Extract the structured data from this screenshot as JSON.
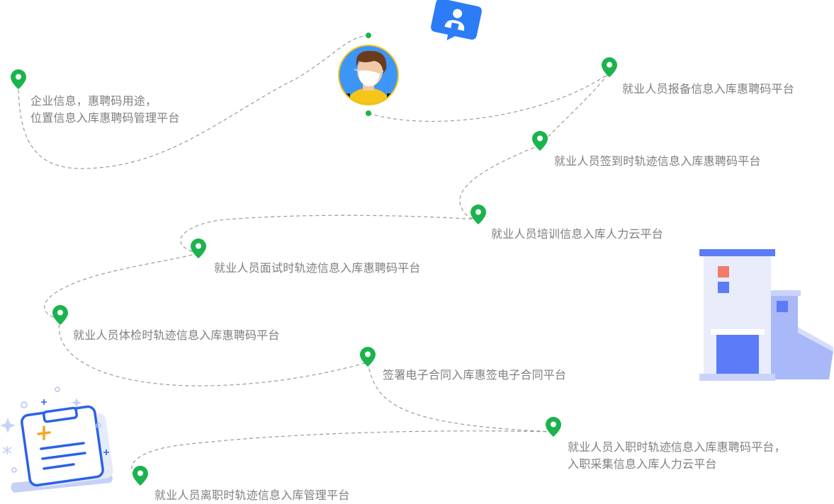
{
  "steps": [
    {
      "id": "enterprise",
      "lines": [
        "企业信息，惠聘码用途，",
        "位置信息入库惠聘码管理平台"
      ]
    },
    {
      "id": "report",
      "lines": [
        "就业人员报备信息入库惠聘码平台"
      ]
    },
    {
      "id": "checkin",
      "lines": [
        "就业人员签到时轨迹信息入库惠聘码平台"
      ]
    },
    {
      "id": "training",
      "lines": [
        "就业人员培训信息入库人力云平台"
      ]
    },
    {
      "id": "interview",
      "lines": [
        "就业人员面试时轨迹信息入库惠聘码平台"
      ]
    },
    {
      "id": "medical",
      "lines": [
        "就业人员体检时轨迹信息入库惠聘码平台"
      ]
    },
    {
      "id": "contract",
      "lines": [
        "签署电子合同入库惠签电子合同平台"
      ]
    },
    {
      "id": "onboard",
      "lines": [
        "就业人员入职时轨迹信息入库惠聘码平台，",
        "入职采集信息入库人力云平台"
      ]
    },
    {
      "id": "leave",
      "lines": [
        "就业人员离职时轨迹信息入库管理平台"
      ]
    }
  ],
  "icons": [
    "map-pin-icon",
    "avatar-masked-person",
    "profile-chat-icon",
    "building-illustration",
    "clipboard-illustration"
  ],
  "colors": {
    "pin": "#1bb34d",
    "dashed_path": "#9a9a9a",
    "label_text": "#7f7f7f",
    "accent_blue": "#2b7cf6",
    "building_blue": "#5b7cf6",
    "building_light": "#e8ecfb",
    "roof_red": "#f47a6b",
    "avatar_bg": "#3d96f5",
    "avatar_ring": "#f5c518"
  }
}
